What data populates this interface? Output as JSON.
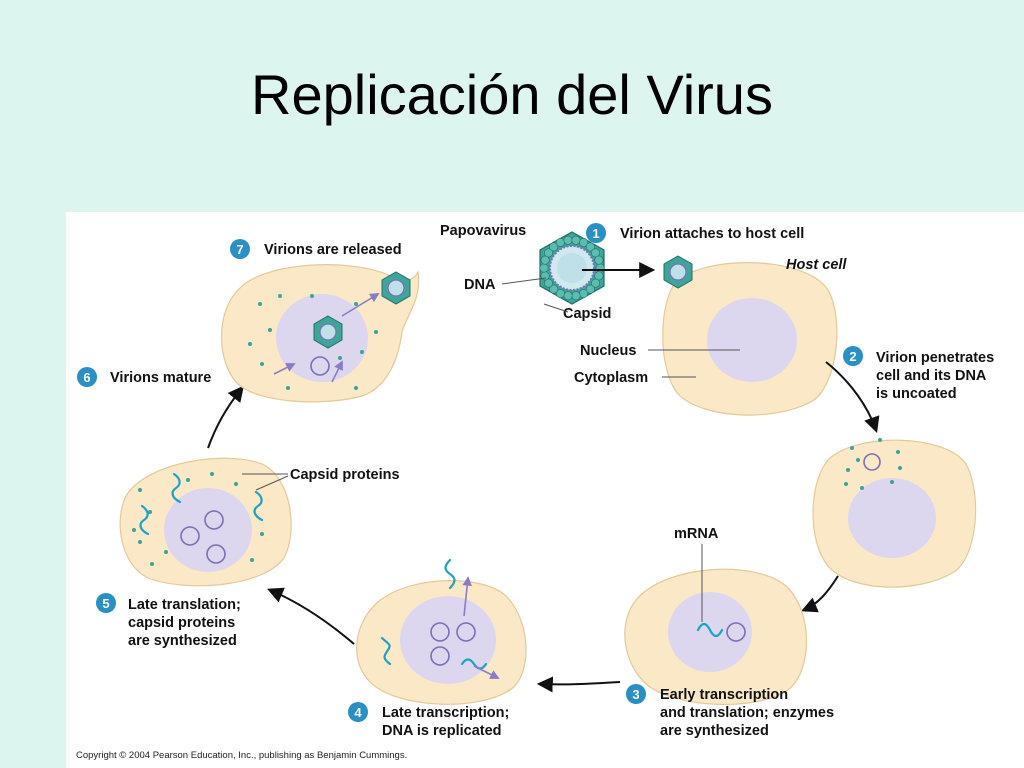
{
  "slide": {
    "title": "Replicación del Virus"
  },
  "labels": {
    "papovavirus": "Papovavirus",
    "dna": "DNA",
    "capsid": "Capsid",
    "host_cell": "Host cell",
    "nucleus": "Nucleus",
    "cytoplasm": "Cytoplasm",
    "mrna": "mRNA",
    "capsid_proteins": "Capsid proteins"
  },
  "steps": [
    {
      "number": "1",
      "lines": [
        "Virion attaches to host cell"
      ]
    },
    {
      "number": "2",
      "lines": [
        "Virion penetrates",
        "cell and its DNA",
        "is uncoated"
      ]
    },
    {
      "number": "3",
      "lines": [
        "Early transcription",
        "and translation; enzymes",
        "are synthesized"
      ]
    },
    {
      "number": "4",
      "lines": [
        "Late transcription;",
        "DNA is replicated"
      ]
    },
    {
      "number": "5",
      "lines": [
        "Late translation;",
        "capsid proteins",
        "are synthesized"
      ]
    },
    {
      "number": "6",
      "lines": [
        "Virions mature"
      ]
    },
    {
      "number": "7",
      "lines": [
        "Virions are released"
      ]
    }
  ],
  "copyright": "Copyright © 2004 Pearson Education, Inc., publishing as Benjamin Cummings.",
  "colors": {
    "background": "#ddf5ef",
    "step_badge": "#2a8fc4",
    "cell": "#fbe8c6",
    "nucleus": "#dcd7ef",
    "mrna": "#1aa3c4",
    "capsid": "#3aa596"
  }
}
